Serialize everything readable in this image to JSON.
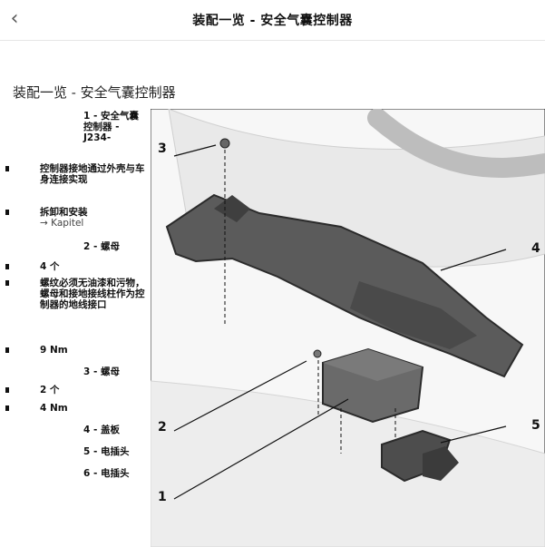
{
  "topbar": {
    "back_icon": "chevron-left-icon",
    "title": "装配一览 - 安全气囊控制器"
  },
  "page": {
    "heading": "装配一览 - 安全气囊控制器"
  },
  "legend": {
    "item1": {
      "number": "1 -",
      "text": "安全气囊控制器 - J234-"
    },
    "note1": "控制器接地通过外壳与车身连接实现",
    "note2": "拆卸和安装",
    "note2_link": "→ Kapitel",
    "item2": {
      "number": "2 -",
      "text": "螺母"
    },
    "note3": "4 个",
    "note4": "螺纹必须无油漆和污物，螺母和接地接线柱作为控制器的地线接口",
    "note5": "9 Nm",
    "item3": {
      "number": "3 -",
      "text": "螺母"
    },
    "note6": "2 个",
    "note7": "4 Nm",
    "item4": {
      "number": "4 -",
      "text": "盖板"
    },
    "item5": {
      "number": "5 -",
      "text": "电插头"
    },
    "item6": {
      "number": "6 -",
      "text": "电插头"
    }
  },
  "figure": {
    "callouts": {
      "c1": "1",
      "c2": "2",
      "c3": "3",
      "c4": "4",
      "c5": "5"
    }
  }
}
